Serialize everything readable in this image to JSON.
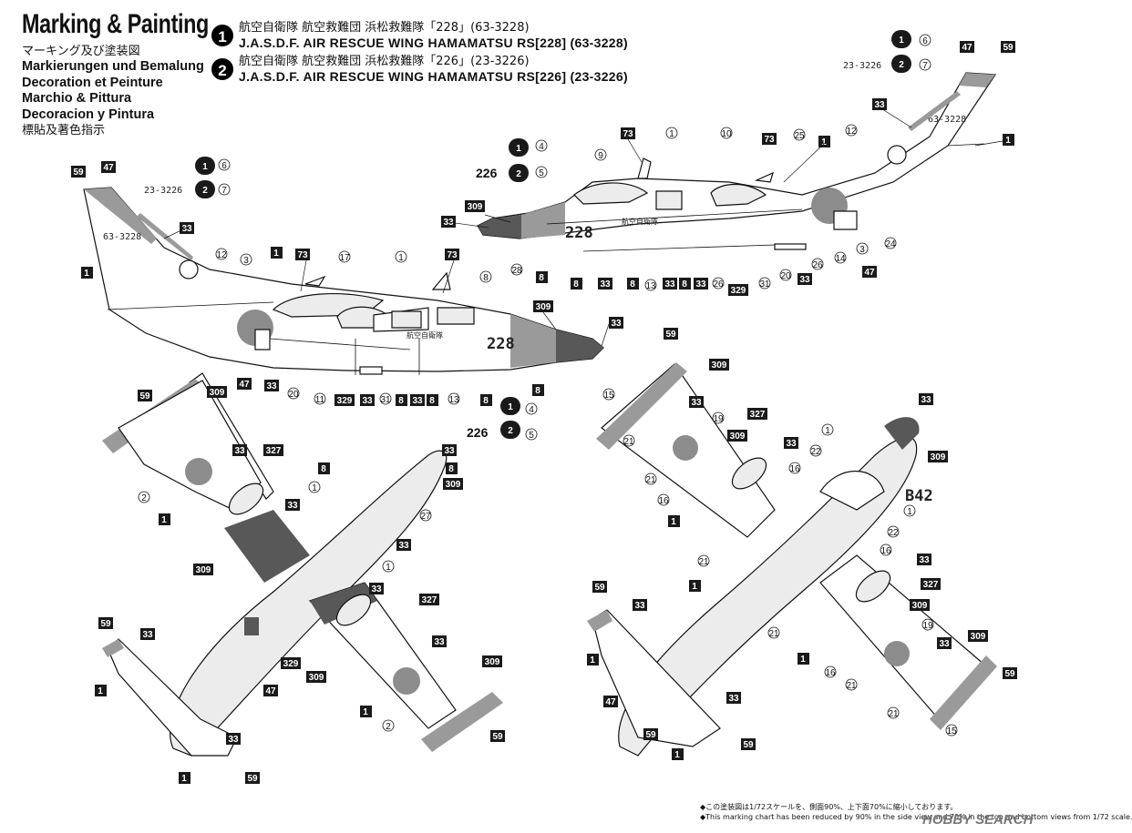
{
  "header": {
    "title": "Marking & Painting",
    "subtitles": [
      "マーキング及び塗装図",
      "Markierungen und Bemalung",
      "Decoration et Peinture",
      "Marchio & Pittura",
      "Decoracion y Pintura",
      "標貼及著色指示"
    ]
  },
  "options": [
    {
      "number": "1",
      "jp": "航空自衛隊 航空救難団 浜松救難隊「228」(63-3228)",
      "en": "J.A.S.D.F. AIR RESCUE WING HAMAMATSU RS[228] (63-3228)"
    },
    {
      "number": "2",
      "jp": "航空自衛隊 航空救難団 浜松救難隊「226」(23-3226)",
      "en": "J.A.S.D.F. AIR RESCUE WING HAMAMATSU RS[226] (23-3226)"
    }
  ],
  "aircraft_markings": {
    "code_228": "228",
    "code_226": "226",
    "serial_1": "63-3228",
    "serial_2": "23-3226",
    "jasdf_text": "航空自衛隊",
    "b42": "B42"
  },
  "color_numbers": {
    "c1": "1",
    "c8": "8",
    "c33": "33",
    "c47": "47",
    "c59": "59",
    "c73": "73",
    "c309": "309",
    "c327": "327",
    "c329": "329"
  },
  "part_numbers": {
    "p1": "1",
    "p2": "2",
    "p3": "3",
    "p4": "4",
    "p5": "5",
    "p6": "6",
    "p7": "7",
    "p8": "8",
    "p9": "9",
    "p10": "10",
    "p11": "11",
    "p12": "12",
    "p13": "13",
    "p14": "14",
    "p15": "15",
    "p16": "16",
    "p17": "17",
    "p19": "19",
    "p20": "20",
    "p21": "21",
    "p22": "22",
    "p24": "24",
    "p25": "25",
    "p26": "26",
    "p27": "27",
    "p28": "28",
    "p31": "31"
  },
  "notes": [
    "◆この塗装図は1/72スケールを、側面90%、上下面70%に縮小しております。",
    "◆This marking chart has been reduced by 90% in the side view and 70% in the top and bottom views from 1/72 scale."
  ],
  "watermark": "HOBBY SEARCH",
  "colors": {
    "line": "#111111",
    "gray": "#9a9a9a",
    "dark": "#555555",
    "light": "#d8d8d8",
    "roundel": "#8a8a8a"
  }
}
